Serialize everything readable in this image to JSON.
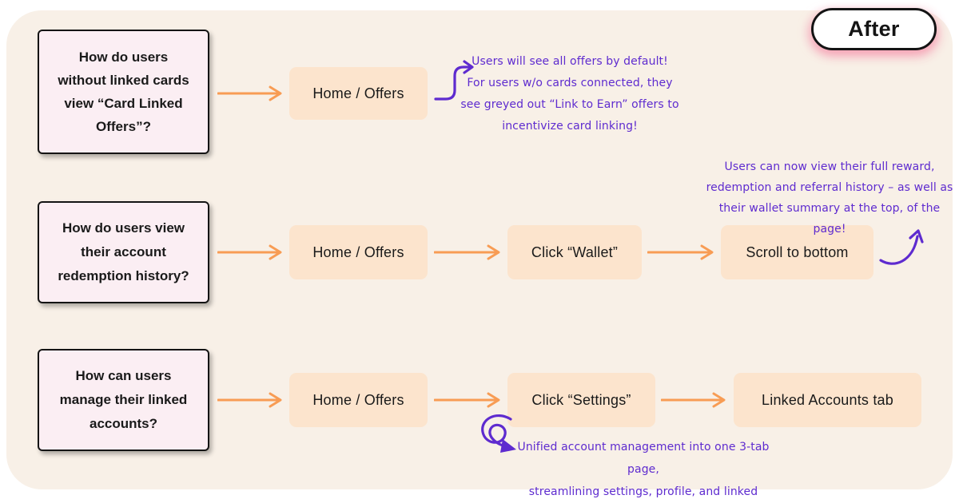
{
  "badge": {
    "label": "After"
  },
  "colors": {
    "page_background": "#ffffff",
    "panel_background": "#f8f0e7",
    "question_box_background": "#fbeef3",
    "question_box_border": "#141414",
    "step_box_background": "#fce4cd",
    "flow_arrow": "#f89c54",
    "annotation_purple": "#5e2bcf",
    "text": "#1a1a1a"
  },
  "rows": [
    {
      "question_lines": [
        "How do users",
        "without linked cards",
        "view “Card Linked",
        "Offers”?"
      ],
      "steps": [
        "Home / Offers"
      ],
      "note_lines": [
        "Users will see all offers by default!",
        "For users w/o cards connected, they",
        "see greyed out “Link to Earn” offers to",
        "incentivize card linking!"
      ]
    },
    {
      "question_lines": [
        "How do users view",
        "their account",
        "redemption history?"
      ],
      "steps": [
        "Home / Offers",
        "Click “Wallet”",
        "Scroll to bottom"
      ],
      "note_lines": [
        "Users can now view their full reward,",
        "redemption and referral history – as well as",
        "their wallet summary at the top, of the page!"
      ]
    },
    {
      "question_lines": [
        "How can users",
        "manage their linked",
        "accounts?"
      ],
      "steps": [
        "Home / Offers",
        "Click “Settings”",
        "Linked Accounts tab"
      ],
      "note_lines": [
        "Unified account management into one 3-tab page,",
        "streamlining settings, profile, and linked accounts."
      ]
    }
  ]
}
